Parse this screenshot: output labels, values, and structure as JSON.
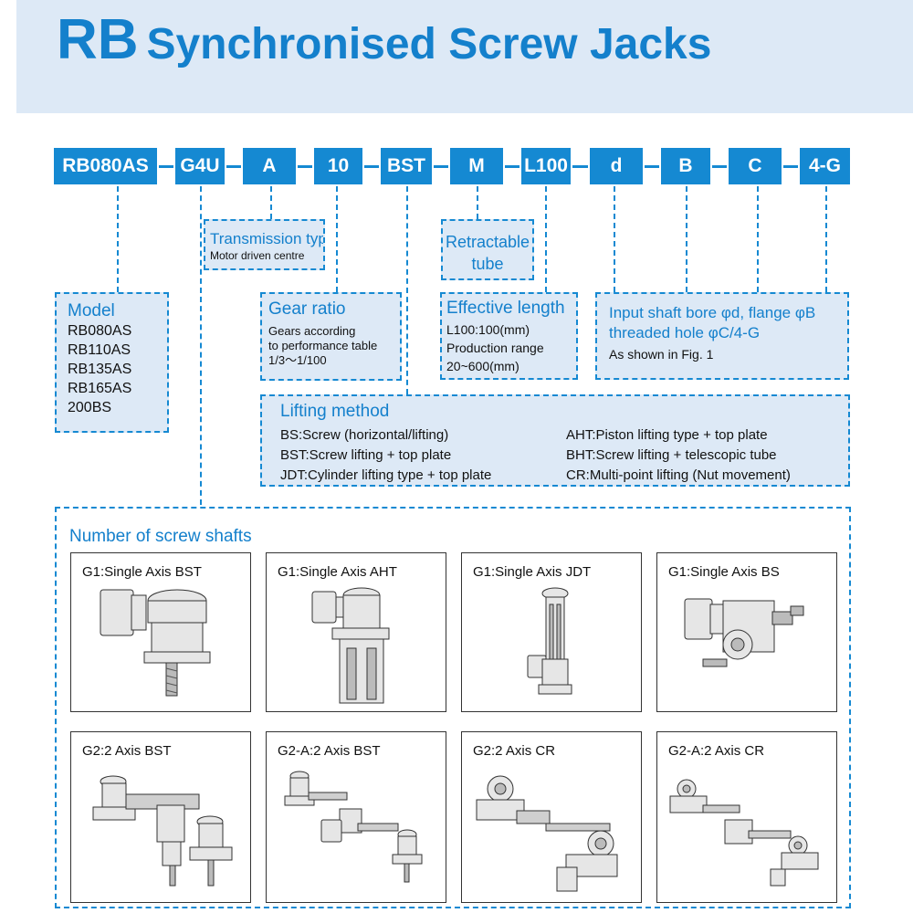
{
  "title": {
    "prefix": "RB",
    "main": "Synchronised Screw Jacks"
  },
  "code_parts": [
    "RB080AS",
    "G4U",
    "A",
    "10",
    "BST",
    "M",
    "L100",
    "d",
    "B",
    "C",
    "4-G"
  ],
  "transmission": {
    "heading": "Transmission type",
    "text": "Motor driven centre"
  },
  "retractable": {
    "line1": "Retractable",
    "line2": "tube"
  },
  "model": {
    "heading": "Model",
    "items": [
      "RB080AS",
      "RB110AS",
      "RB135AS",
      "RB165AS",
      "200BS"
    ]
  },
  "gear": {
    "heading": "Gear ratio",
    "line1": "Gears according",
    "line2": "to performance table",
    "line3": "1/3～1/100"
  },
  "effective": {
    "heading": "Effective length",
    "line1": "L100:100(mm)",
    "line2": "Production range",
    "line3": "20~600(mm)"
  },
  "input": {
    "line1": "Input shaft bore φd, flange φB",
    "line2": "threaded hole φC/4-G",
    "line3": "As shown in Fig. 1"
  },
  "lifting": {
    "heading": "Lifting method",
    "left": [
      "BS:Screw (horizontal/lifting)",
      "BST:Screw lifting + top plate",
      "JDT:Cylinder lifting type + top plate"
    ],
    "right": [
      "AHT:Piston lifting type + top plate",
      "BHT:Screw lifting + telescopic tube",
      "CR:Multi-point lifting (Nut movement)"
    ]
  },
  "shafts": {
    "heading": "Number of screw shafts",
    "cards": [
      "G1:Single Axis BST",
      "G1:Single Axis AHT",
      "G1:Single Axis JDT",
      "G1:Single Axis BS",
      "G2:2 Axis BST",
      "G2-A:2 Axis BST",
      "G2:2 Axis CR",
      "G2-A:2 Axis CR"
    ]
  },
  "colors": {
    "accent": "#1589d2",
    "title": "#1480cc",
    "panel": "#dde9f6"
  }
}
